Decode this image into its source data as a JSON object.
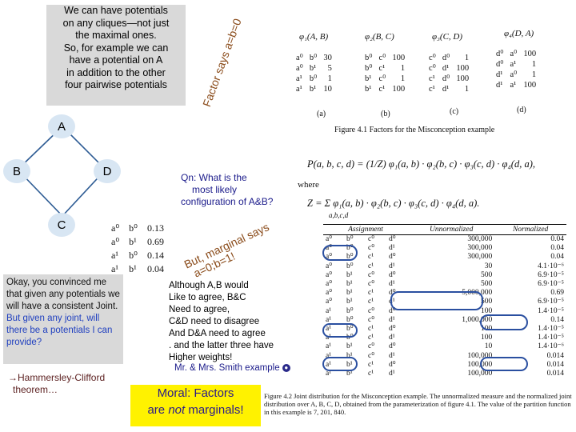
{
  "note_top": {
    "lines": [
      "We can have potentials",
      "on any cliques—not just",
      "the maximal ones.",
      "So, for example we can",
      "have a potential on A",
      "in addition to the other",
      "four pairwise potentials"
    ]
  },
  "factor_says": "Factor says a=b=0",
  "graph": {
    "nodes": {
      "a": "A",
      "b": "B",
      "c": "C",
      "d": "D"
    }
  },
  "factors": [
    {
      "title": "φ₁(A, B)",
      "caption": "(a)",
      "rows": [
        [
          "a⁰",
          "b⁰",
          "30"
        ],
        [
          "a⁰",
          "b¹",
          "5"
        ],
        [
          "a¹",
          "b⁰",
          "1"
        ],
        [
          "a¹",
          "b¹",
          "10"
        ]
      ]
    },
    {
      "title": "φ₂(B, C)",
      "caption": "(b)",
      "rows": [
        [
          "b⁰",
          "c⁰",
          "100"
        ],
        [
          "b⁰",
          "c¹",
          "1"
        ],
        [
          "b¹",
          "c⁰",
          "1"
        ],
        [
          "b¹",
          "c¹",
          "100"
        ]
      ]
    },
    {
      "title": "φ₃(C, D)",
      "caption": "(c)",
      "rows": [
        [
          "c⁰",
          "d⁰",
          "1"
        ],
        [
          "c⁰",
          "d¹",
          "100"
        ],
        [
          "c¹",
          "d⁰",
          "100"
        ],
        [
          "c¹",
          "d¹",
          "1"
        ]
      ]
    },
    {
      "title": "φ₄(D, A)",
      "caption": "(d)",
      "rows": [
        [
          "d⁰",
          "a⁰",
          "100"
        ],
        [
          "d⁰",
          "a¹",
          "1"
        ],
        [
          "d¹",
          "a⁰",
          "1"
        ],
        [
          "d¹",
          "a¹",
          "100"
        ]
      ]
    }
  ],
  "figure41_caption": "Figure 4.1   Factors for the Misconception example",
  "formula_p": "P(a, b, c, d) = (1/Z) φ₁(a, b) · φ₂(b, c) · φ₃(c, d) · φ₄(d, a),",
  "where_label": "where",
  "formula_z": "Z = Σ φ₁(a, b) · φ₂(b, c) · φ₃(c, d) · φ₄(d, a).",
  "formula_z_sub": "a,b,c,d",
  "question": [
    "Qn: What is the",
    "most likely",
    "configuration of A&B?"
  ],
  "marginal_says": [
    "But, marginal says",
    "a=0;b=1!"
  ],
  "marginal_table": [
    [
      "a⁰",
      "b⁰",
      "0.13"
    ],
    [
      "a⁰",
      "b¹",
      "0.69"
    ],
    [
      "a¹",
      "b⁰",
      "0.14"
    ],
    [
      "a¹",
      "b¹",
      "0.04"
    ]
  ],
  "note_left": {
    "black": "Okay, you convinced me that given any potentials we will have a consistent Joint.",
    "blue": "But given any joint, will there be a potentials I can provide?"
  },
  "hammersley": [
    "→Hammersley-Clifford",
    "theorem…"
  ],
  "agree_note": [
    "Although A,B would",
    "Like to agree, B&C",
    "Need to agree,",
    "C&D need to disagree",
    "And D&A need to agree",
    ". and the latter three have",
    "Higher weights!"
  ],
  "smith": "Mr. & Mrs. Smith example",
  "moral": {
    "line1": "Moral:  Factors",
    "line2_pre": "are ",
    "line2_em": "not",
    "line2_post": " marginals!"
  },
  "joint_table": {
    "headers": [
      "Assignment",
      "Unnormalized",
      "Normalized"
    ],
    "rows": [
      [
        "a⁰",
        "b⁰",
        "c⁰",
        "d⁰",
        "300,000",
        "0.04"
      ],
      [
        "a⁰",
        "b⁰",
        "c⁰",
        "d¹",
        "300,000",
        "0.04"
      ],
      [
        "a⁰",
        "b⁰",
        "c¹",
        "d⁰",
        "300,000",
        "0.04"
      ],
      [
        "a⁰",
        "b⁰",
        "c¹",
        "d¹",
        "30",
        "4.1·10⁻⁶"
      ],
      [
        "a⁰",
        "b¹",
        "c⁰",
        "d⁰",
        "500",
        "6.9·10⁻⁵"
      ],
      [
        "a⁰",
        "b¹",
        "c⁰",
        "d¹",
        "500",
        "6.9·10⁻⁵"
      ],
      [
        "a⁰",
        "b¹",
        "c¹",
        "d⁰",
        "5,000,000",
        "0.69"
      ],
      [
        "a⁰",
        "b¹",
        "c¹",
        "d¹",
        "500",
        "6.9·10⁻⁵"
      ],
      [
        "a¹",
        "b⁰",
        "c⁰",
        "d⁰",
        "100",
        "1.4·10⁻⁵"
      ],
      [
        "a¹",
        "b⁰",
        "c⁰",
        "d¹",
        "1,000,000",
        "0.14"
      ],
      [
        "a¹",
        "b⁰",
        "c¹",
        "d⁰",
        "100",
        "1.4·10⁻⁵"
      ],
      [
        "a¹",
        "b⁰",
        "c¹",
        "d¹",
        "100",
        "1.4·10⁻⁵"
      ],
      [
        "a¹",
        "b¹",
        "c⁰",
        "d⁰",
        "10",
        "1.4·10⁻⁶"
      ],
      [
        "a¹",
        "b¹",
        "c⁰",
        "d¹",
        "100,000",
        "0.014"
      ],
      [
        "a¹",
        "b¹",
        "c¹",
        "d⁰",
        "100,000",
        "0.014"
      ],
      [
        "a¹",
        "b¹",
        "c¹",
        "d¹",
        "100,000",
        "0.014"
      ]
    ]
  },
  "figure42_caption": "Figure 4.2   Joint distribution for the Misconception example. The unnormalized measure and the normalized joint distribution over A, B, C, D, obtained from the parameterization of figure 4.1. The value of the partition function in this example is 7, 201, 840."
}
